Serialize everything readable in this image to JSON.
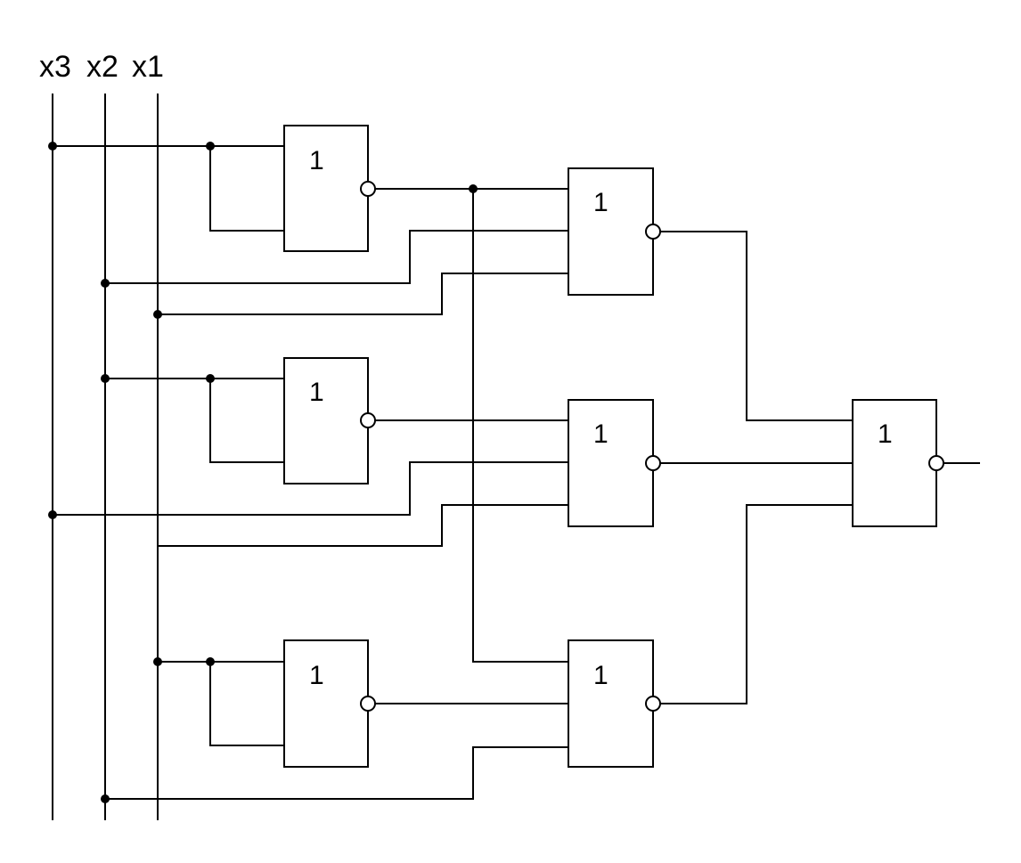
{
  "inputs": {
    "x3": "x3",
    "x2": "x2",
    "x1": "x1"
  },
  "gates": {
    "g1": "1",
    "g2": "1",
    "g3": "1",
    "g4": "1",
    "g5": "1",
    "g6": "1",
    "g7": "1"
  },
  "colors": {
    "line": "#000000",
    "background": "#ffffff"
  }
}
